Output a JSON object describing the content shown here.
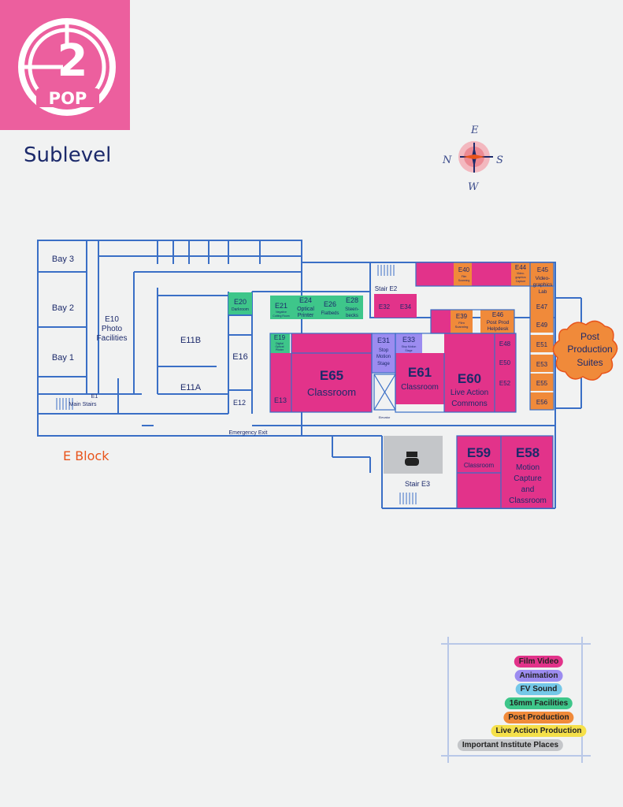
{
  "logo": {
    "number": "2",
    "text": "POP"
  },
  "level_title": "Sublevel",
  "block_label": "E Block",
  "compass": {
    "north": "N",
    "south": "S",
    "east": "E",
    "west": "W"
  },
  "colors": {
    "film_video": "#e2338a",
    "animation": "#9c8cf0",
    "fv_sound": "#74c8e8",
    "facilities_16mm": "#3ec68a",
    "post_production": "#f08a3a",
    "live_action": "#f5e04a",
    "important": "#c4c6c9",
    "walls": "#3a6fc6",
    "brand": "#ec5f9e"
  },
  "rooms": {
    "bay3": "Bay 3",
    "bay2": "Bay 2",
    "bay1": "Bay 1",
    "e10_num": "E10",
    "e10_l1": "Photo",
    "e10_l2": "Facilities",
    "e1_num": "E1",
    "e1_name": "Main Stairs",
    "e11b": "E11B",
    "e11a": "E11A",
    "e16": "E16",
    "e12": "E12",
    "e20_num": "E20",
    "e20_name": "Darkroom",
    "e21_num": "E21",
    "e21_l1": "Negative",
    "e21_l2": "Cutting Room",
    "e24_num": "E24",
    "e24_l1": "Optical",
    "e24_l2": "Printer",
    "e26_num": "E26",
    "e26_name": "Flatbeds",
    "e28_num": "E28",
    "e28_l1": "Steen-",
    "e28_l2": "becks",
    "e19_num": "E19",
    "e19_l1": "Digital",
    "e19_l2": "Optical",
    "e19_l3": "Printer",
    "e13": "E13",
    "e65_num": "E65",
    "e65_name": "Classroom",
    "stair_e2": "Stair E2",
    "e32": "E32",
    "e34": "E34",
    "e31_num": "E31",
    "e31_l1": "Stop",
    "e31_l2": "Motion",
    "e31_l3": "Stage",
    "e33_num": "E33",
    "e33_l1": "Stop Motion",
    "e33_l2": "Stage",
    "e61_num": "E61",
    "e61_name": "Classroom",
    "elevator": "Elevator",
    "e40_num": "E40",
    "e40_l1": "Film",
    "e40_l2": "Scanning",
    "e39_num": "E39",
    "e39_l1": "Film",
    "e39_l2": "Scanning",
    "e44_num": "E44",
    "e44_l1": "Video-",
    "e44_l2": "graphics",
    "e44_l3": "Capture",
    "e45_num": "E45",
    "e45_l1": "Video-",
    "e45_l2": "graphics",
    "e45_l3": "Lab",
    "e46_num": "E46",
    "e46_l1": "Post Prod",
    "e46_l2": "Helpdesk",
    "e48": "E48",
    "e50": "E50",
    "e52": "E52",
    "e60_num": "E60",
    "e60_l1": "Live Action",
    "e60_l2": "Commons",
    "e47": "E47",
    "e49": "E49",
    "e51": "E51",
    "e53": "E53",
    "e55": "E55",
    "e56": "E56",
    "pps_l1": "Post",
    "pps_l2": "Production",
    "pps_l3": "Suites",
    "emergency_exit": "Emergency Exit",
    "stair_e3": "Stair E3",
    "e59_num": "E59",
    "e59_name": "Classroom",
    "e58_num": "E58",
    "e58_l1": "Motion",
    "e58_l2": "Capture",
    "e58_l3": "and",
    "e58_l4": "Classroom"
  },
  "legend": [
    {
      "label": "Film Video",
      "color": "#e2338a"
    },
    {
      "label": "Animation",
      "color": "#9c8cf0"
    },
    {
      "label": "FV Sound",
      "color": "#74c8e8"
    },
    {
      "label": "16mm Facilities",
      "color": "#3ec68a"
    },
    {
      "label": "Post Production",
      "color": "#f08a3a"
    },
    {
      "label": "Live Action Production",
      "color": "#f5e04a"
    },
    {
      "label": "Important Institute Places",
      "color": "#c4c6c9"
    }
  ]
}
